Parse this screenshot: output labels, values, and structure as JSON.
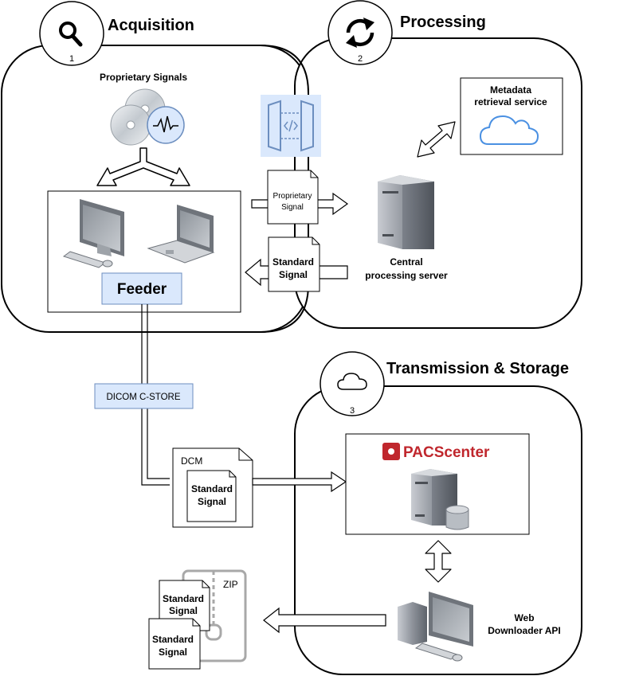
{
  "sections": {
    "acquisition": {
      "title": "Acquisition",
      "number": "1"
    },
    "processing": {
      "title": "Processing",
      "number": "2"
    },
    "transmission": {
      "title": "Transmission & Storage",
      "number": "3"
    }
  },
  "icons": {
    "acquisition": "search-icon",
    "processing": "refresh-icon",
    "transmission": "cloud-icon"
  },
  "acquisition": {
    "proprietary_signals": "Proprietary Signals",
    "feeder": "Feeder"
  },
  "processing": {
    "metadata_line1": "Metadata",
    "metadata_line2": "retrieval service",
    "server_line1": "Central",
    "server_line2": "processing server"
  },
  "transfer": {
    "proprietary_line1": "Proprietary",
    "proprietary_line2": "Signal",
    "standard_line1": "Standard",
    "standard_line2": "Signal"
  },
  "storage": {
    "dicom": "DICOM C-STORE",
    "dcm": "DCM",
    "dcm_inner_line1": "Standard",
    "dcm_inner_line2": "Signal",
    "pacs_logo": "PACScenter",
    "web_line1": "Web",
    "web_line2": "Downloader API",
    "zip": "ZIP",
    "zip_doc1_line1": "Standard",
    "zip_doc1_line2": "Signal",
    "zip_doc2_line1": "Standard",
    "zip_doc2_line2": "Signal"
  },
  "colors": {
    "accent_fill": "#dae8fc",
    "accent_stroke": "#6c8ebf",
    "pacs_red": "#c0272d"
  }
}
